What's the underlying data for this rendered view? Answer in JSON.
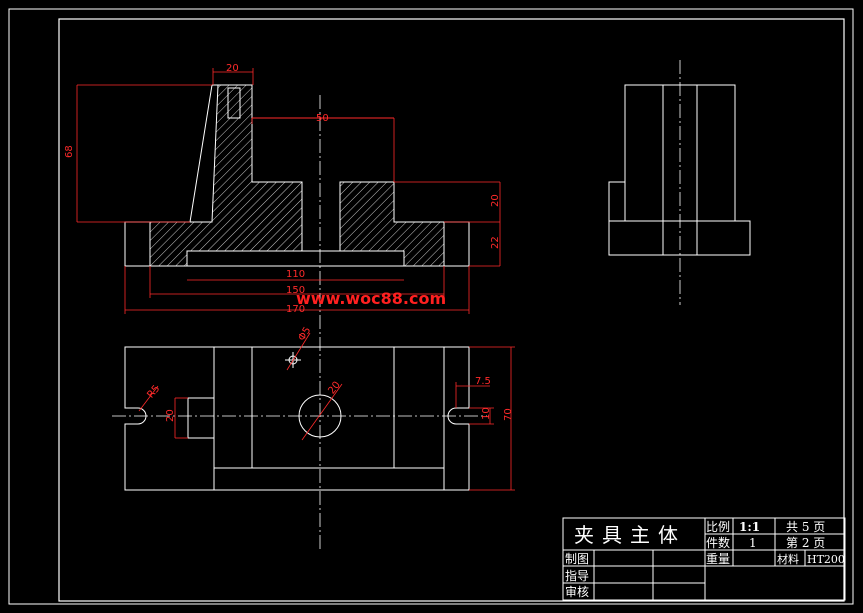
{
  "watermark": "www.woc88.com",
  "front_view": {
    "dims": {
      "top_slot_width": "20",
      "overall_height": "68",
      "step_width": "50",
      "step_height": "20",
      "base_height": "22",
      "recess_width": "110",
      "base_inner_width": "150",
      "overall_width": "170"
    }
  },
  "top_view": {
    "dims": {
      "small_hole": "Φ5",
      "slot_radius": "R5",
      "slot_width": "20",
      "bore_diameter": "20",
      "slot_offset": "7.5",
      "slot_end_width": "10",
      "overall_depth": "70"
    }
  },
  "title_block": {
    "title": "夹具主体",
    "scale_label": "比例",
    "scale_value": "1:1",
    "total_pages": "共 5 页",
    "qty_label": "件数",
    "qty_value": "1",
    "page_no": "第 2 页",
    "weight_label": "重量",
    "material_label": "材料",
    "material_value": "HT200",
    "drawn_label": "制图",
    "guide_label": "指导",
    "review_label": "审核"
  }
}
